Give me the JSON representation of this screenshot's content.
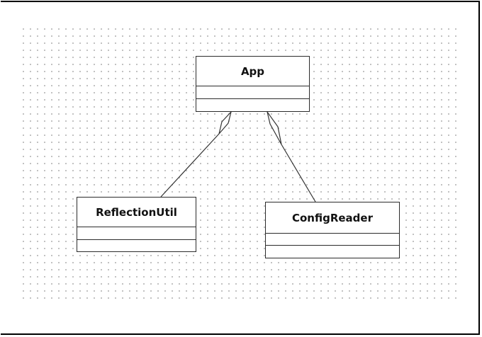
{
  "diagram": {
    "type": "uml-class-diagram",
    "classes": [
      {
        "id": "app",
        "name": "App"
      },
      {
        "id": "reflection-util",
        "name": "ReflectionUtil"
      },
      {
        "id": "config-reader",
        "name": "ConfigReader"
      }
    ],
    "relations": [
      {
        "kind": "aggregation",
        "whole": "App",
        "part": "ReflectionUtil"
      },
      {
        "kind": "aggregation",
        "whole": "App",
        "part": "ConfigReader"
      }
    ]
  }
}
